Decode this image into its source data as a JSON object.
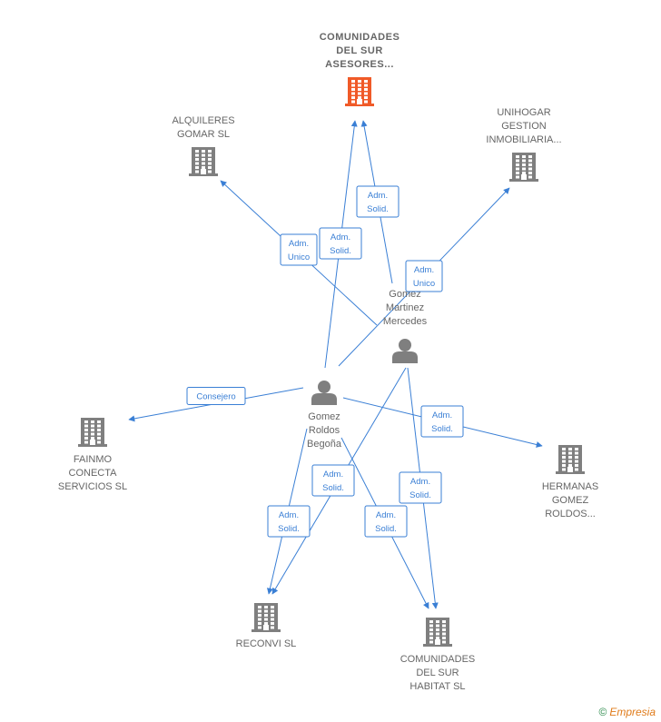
{
  "colors": {
    "company": "#7f7f7f",
    "main_company": "#f05a28",
    "person": "#7f7f7f",
    "edge": "#3a7fd5"
  },
  "nodes": [
    {
      "id": "comunidades-asesores",
      "type": "company",
      "main": true,
      "lines": [
        "COMUNIDADES",
        "DEL SUR",
        "ASESORES..."
      ]
    },
    {
      "id": "alquileres-gomar",
      "type": "company",
      "lines": [
        "ALQUILERES",
        "GOMAR SL"
      ]
    },
    {
      "id": "unihogar",
      "type": "company",
      "lines": [
        "UNIHOGAR",
        "GESTION",
        "INMOBILIARIA..."
      ]
    },
    {
      "id": "gomez-martinez",
      "type": "person",
      "lines": [
        "Gomez",
        "Martinez",
        "Mercedes"
      ]
    },
    {
      "id": "gomez-roldos",
      "type": "person",
      "lines": [
        "Gomez",
        "Roldos",
        "Begoña"
      ]
    },
    {
      "id": "fainmo",
      "type": "company",
      "lines": [
        "FAINMO",
        "CONECTA",
        "SERVICIOS  SL"
      ]
    },
    {
      "id": "hermanas",
      "type": "company",
      "lines": [
        "HERMANAS",
        "GOMEZ",
        "ROLDOS..."
      ]
    },
    {
      "id": "reconvi",
      "type": "company",
      "lines": [
        "RECONVI  SL"
      ]
    },
    {
      "id": "comunidades-habitat",
      "type": "company",
      "lines": [
        "COMUNIDADES",
        "DEL SUR",
        "HABITAT SL"
      ]
    }
  ],
  "edges": [
    {
      "from": "gomez-martinez",
      "to": "comunidades-asesores",
      "label": [
        "Adm.",
        "Solid."
      ]
    },
    {
      "from": "gomez-roldos",
      "to": "comunidades-asesores",
      "label": [
        "Adm.",
        "Solid."
      ]
    },
    {
      "from": "gomez-martinez",
      "to": "alquileres-gomar",
      "label": [
        "Adm.",
        "Unico"
      ]
    },
    {
      "from": "gomez-roldos",
      "to": "unihogar",
      "label": [
        "Adm.",
        "Unico"
      ]
    },
    {
      "from": "gomez-roldos",
      "to": "fainmo",
      "label": [
        "Consejero"
      ]
    },
    {
      "from": "gomez-roldos",
      "to": "hermanas",
      "label": [
        "Adm.",
        "Solid."
      ]
    },
    {
      "from": "gomez-martinez",
      "to": "reconvi",
      "label": [
        "Adm.",
        "Solid."
      ]
    },
    {
      "from": "gomez-roldos",
      "to": "reconvi",
      "label": [
        "Adm.",
        "Solid."
      ]
    },
    {
      "from": "gomez-martinez",
      "to": "comunidades-habitat",
      "label": [
        "Adm.",
        "Solid."
      ]
    },
    {
      "from": "gomez-roldos",
      "to": "comunidades-habitat",
      "label": [
        "Adm.",
        "Solid."
      ]
    }
  ],
  "footer": {
    "copyright_symbol": "©",
    "brand": "Empresia"
  }
}
